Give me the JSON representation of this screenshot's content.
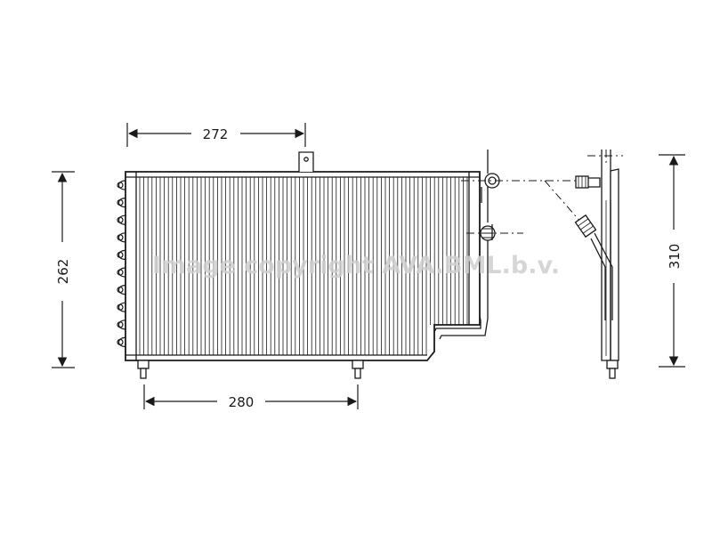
{
  "dimensions": {
    "top_width": "272",
    "bottom_width": "280",
    "height_left": "262",
    "height_right": "310"
  },
  "watermark": "Image copyright AVA.BML.b.v.",
  "colors": {
    "line": "#1a1a1a",
    "background": "#ffffff",
    "watermark": "#d0d0d0"
  }
}
